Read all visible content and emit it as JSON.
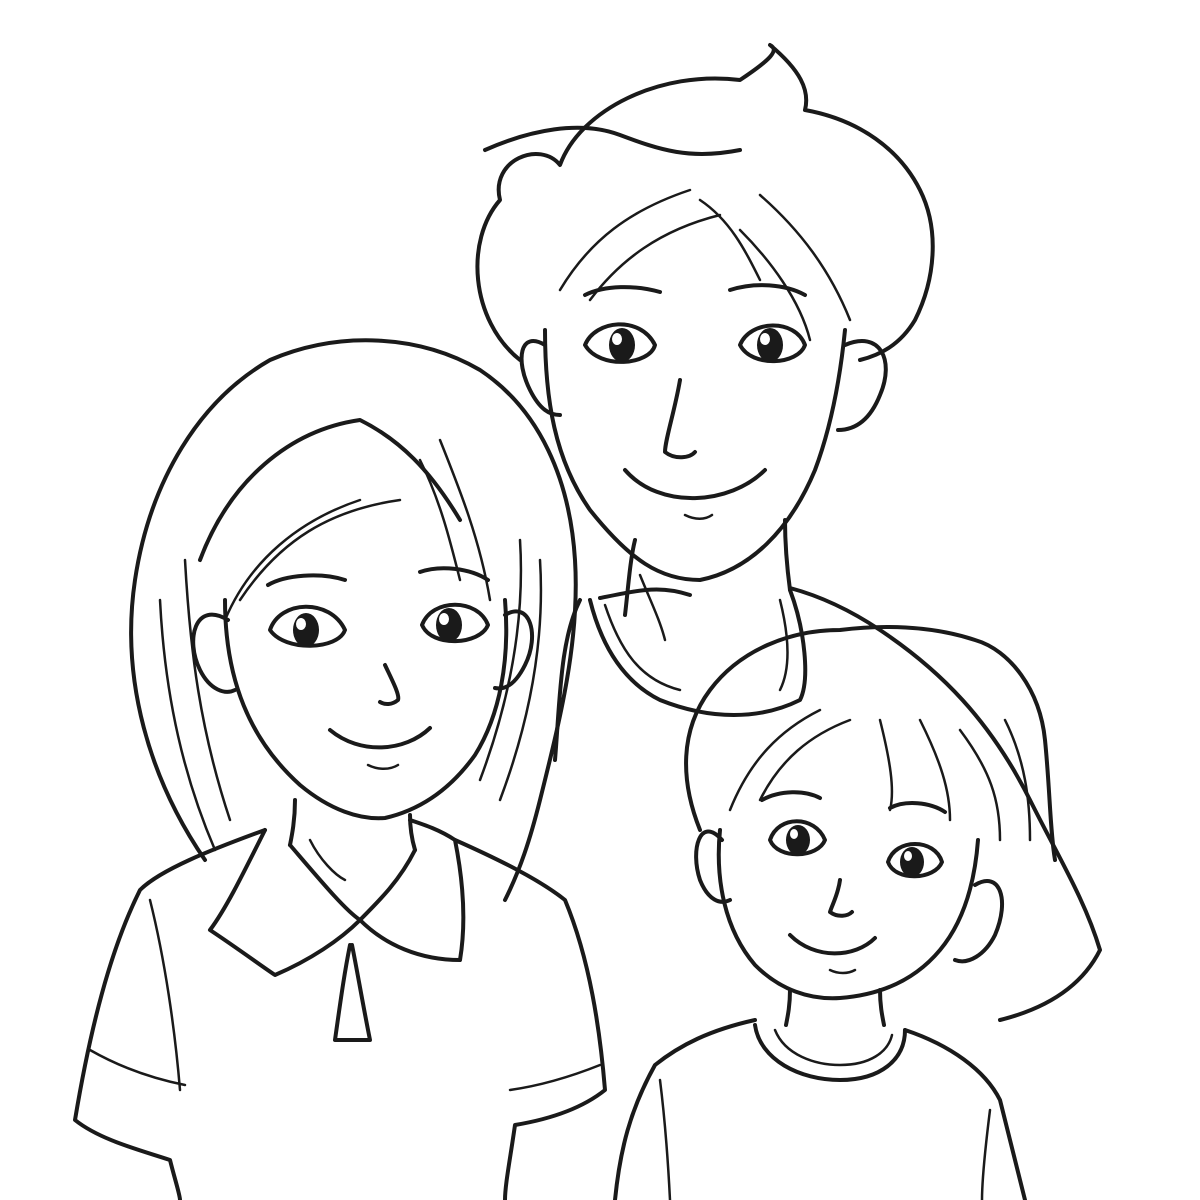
{
  "colors": {
    "background": "#ffffff",
    "line": "#1a1a1a"
  },
  "figures": [
    "father",
    "girl",
    "boy"
  ]
}
